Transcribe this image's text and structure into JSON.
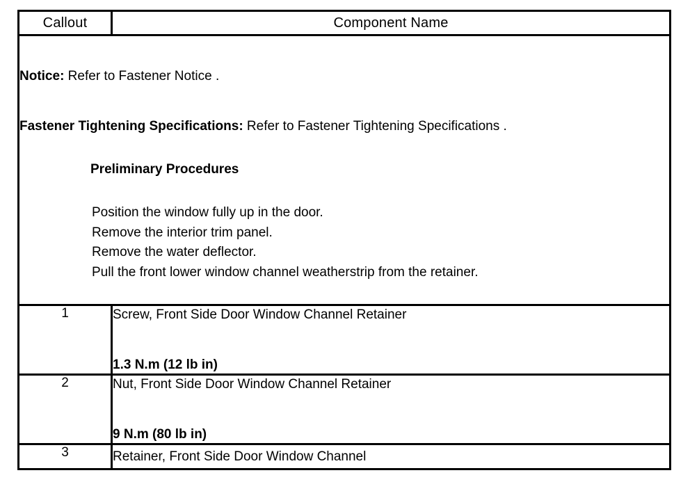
{
  "table": {
    "headers": {
      "callout": "Callout",
      "component_name": "Component Name"
    },
    "notice_block": {
      "notice_label": "Notice:",
      "notice_text": " Refer to Fastener Notice .",
      "fastener_spec_label": "Fastener Tightening Specifications:",
      "fastener_spec_text": " Refer to Fastener Tightening Specifications .",
      "preliminary_heading": "Preliminary Procedures",
      "preliminary_items": [
        "Position the window fully up in the door.",
        "Remove the interior trim panel.",
        "Remove the water deflector.",
        "Pull the front lower window channel weatherstrip from the retainer."
      ]
    },
    "rows": [
      {
        "callout": "1",
        "name": "Screw, Front Side Door Window Channel Retainer",
        "torque": "1.3 N.m (12 lb in)"
      },
      {
        "callout": "2",
        "name": "Nut, Front Side Door Window Channel Retainer",
        "torque": "9 N.m (80 lb in)"
      },
      {
        "callout": "3",
        "name": "Retainer, Front Side Door Window Channel",
        "torque": ""
      }
    ]
  },
  "colors": {
    "border": "#000000",
    "text": "#000000",
    "background": "#ffffff"
  }
}
